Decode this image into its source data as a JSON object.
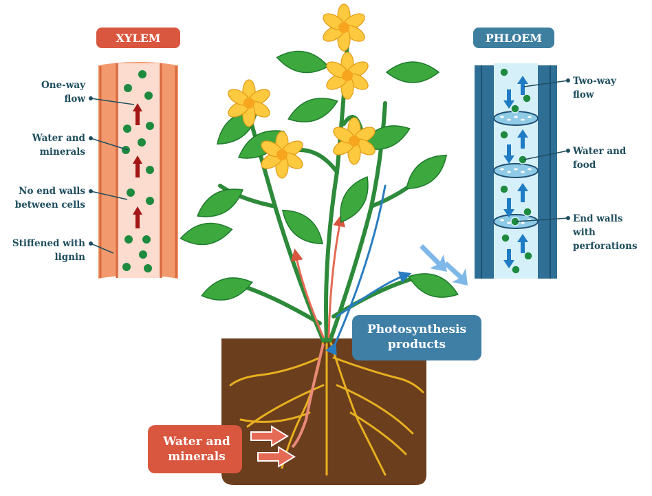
{
  "xylem": {
    "title": "XYLEM",
    "color": "#d9573f",
    "labels": [
      [
        "One-way",
        "flow"
      ],
      [
        "Water and",
        "minerals"
      ],
      [
        "No end walls",
        "between cells"
      ],
      [
        "Stiffened with",
        "lignin"
      ]
    ]
  },
  "phloem": {
    "title": "PHLOEM",
    "color": "#3e7fa0",
    "labels": [
      [
        "Two-way",
        "flow"
      ],
      [
        "Water and",
        "food"
      ],
      [
        "End walls",
        "with",
        "perforations"
      ]
    ]
  },
  "callouts": {
    "photosynthesis": [
      "Photosynthesis",
      "products"
    ],
    "water": [
      "Water and",
      "minerals"
    ]
  }
}
